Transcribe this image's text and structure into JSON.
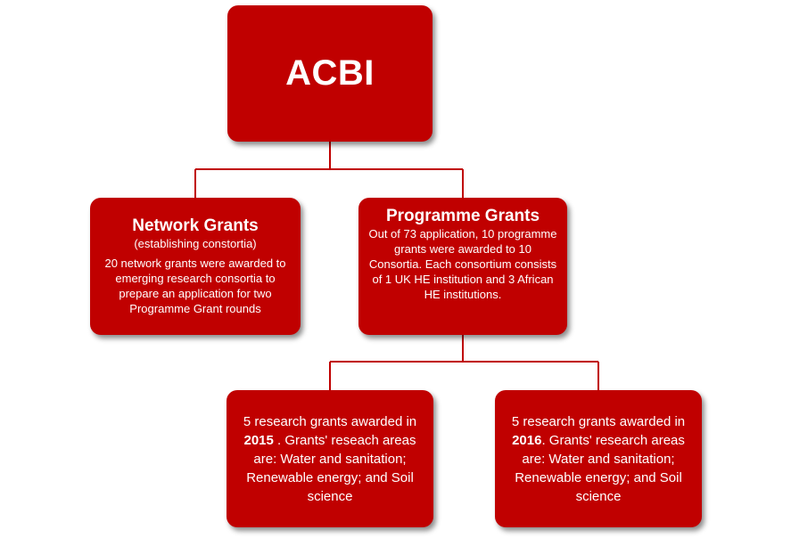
{
  "root": {
    "title": "ACBI"
  },
  "network": {
    "title": "Network Grants",
    "subtitle": "(establishing constortia)",
    "body": "20 network grants were awarded to emerging research consortia to prepare an application for two Programme Grant rounds"
  },
  "programme": {
    "title": "Programme Grants",
    "body": "Out of 73 application, 10 programme grants were awarded to 10 Consortia. Each consortium consists of 1 UK HE institution and 3 African HE institutions."
  },
  "research_2015": {
    "prefix": "5 research grants awarded in ",
    "year": "2015",
    "suffix": " . Grants' reseach areas are: Water and sanitation; Renewable energy; and Soil science"
  },
  "research_2016": {
    "prefix": "5 research grants awarded in ",
    "year": "2016",
    "suffix": ". Grants' research areas are: Water and sanitation; Renewable energy; and Soil science"
  },
  "colors": {
    "box_fill": "#c00000",
    "connector": "#c00000",
    "text": "#ffffff"
  }
}
